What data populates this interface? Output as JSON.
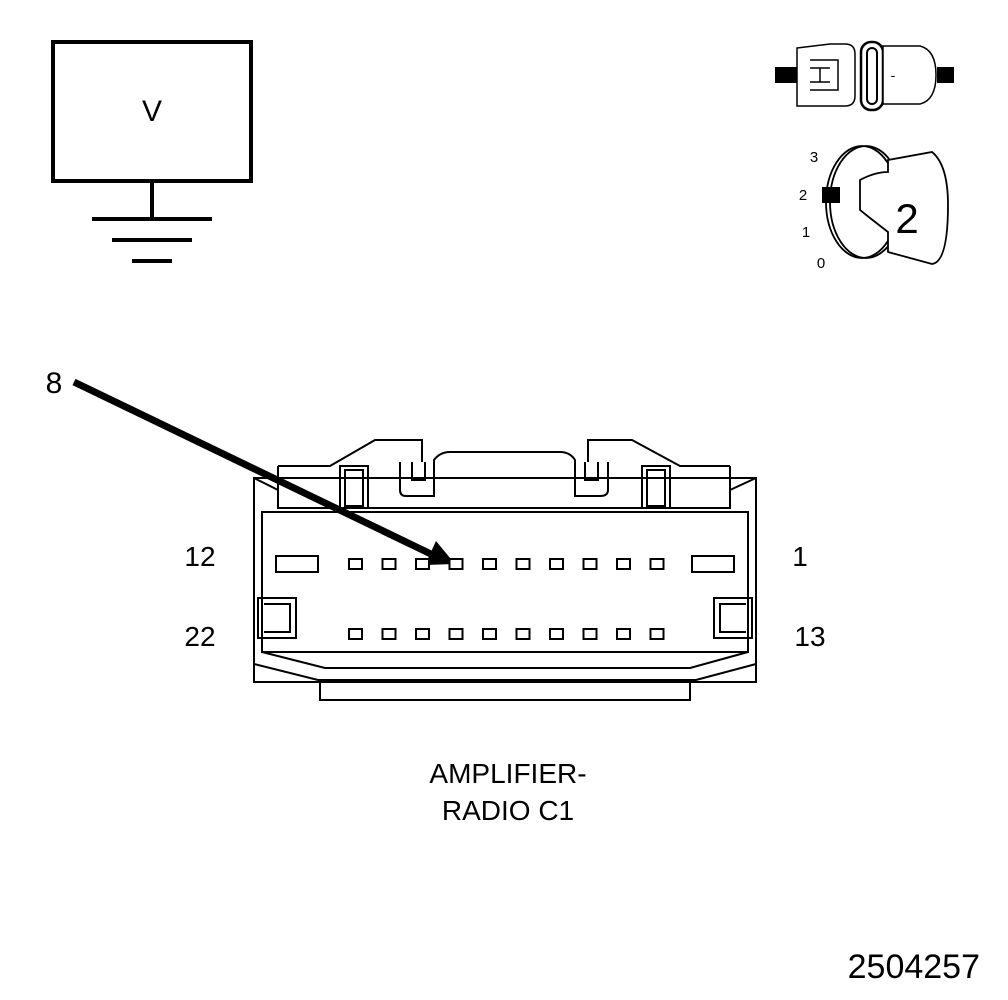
{
  "voltmeter": {
    "symbol": "V"
  },
  "connector_icon": {
    "mark": "-"
  },
  "ignition_switch": {
    "positions": [
      "3",
      "2",
      "1",
      "0"
    ],
    "selected_position": "2",
    "key_label": "2"
  },
  "probe": {
    "pin_label": "8"
  },
  "connector": {
    "pin_top_right": "1",
    "pin_top_left": "12",
    "pin_bottom_right": "13",
    "pin_bottom_left": "22",
    "name_line1": "AMPLIFIER-",
    "name_line2": "RADIO C1"
  },
  "figure_id": "2504257"
}
